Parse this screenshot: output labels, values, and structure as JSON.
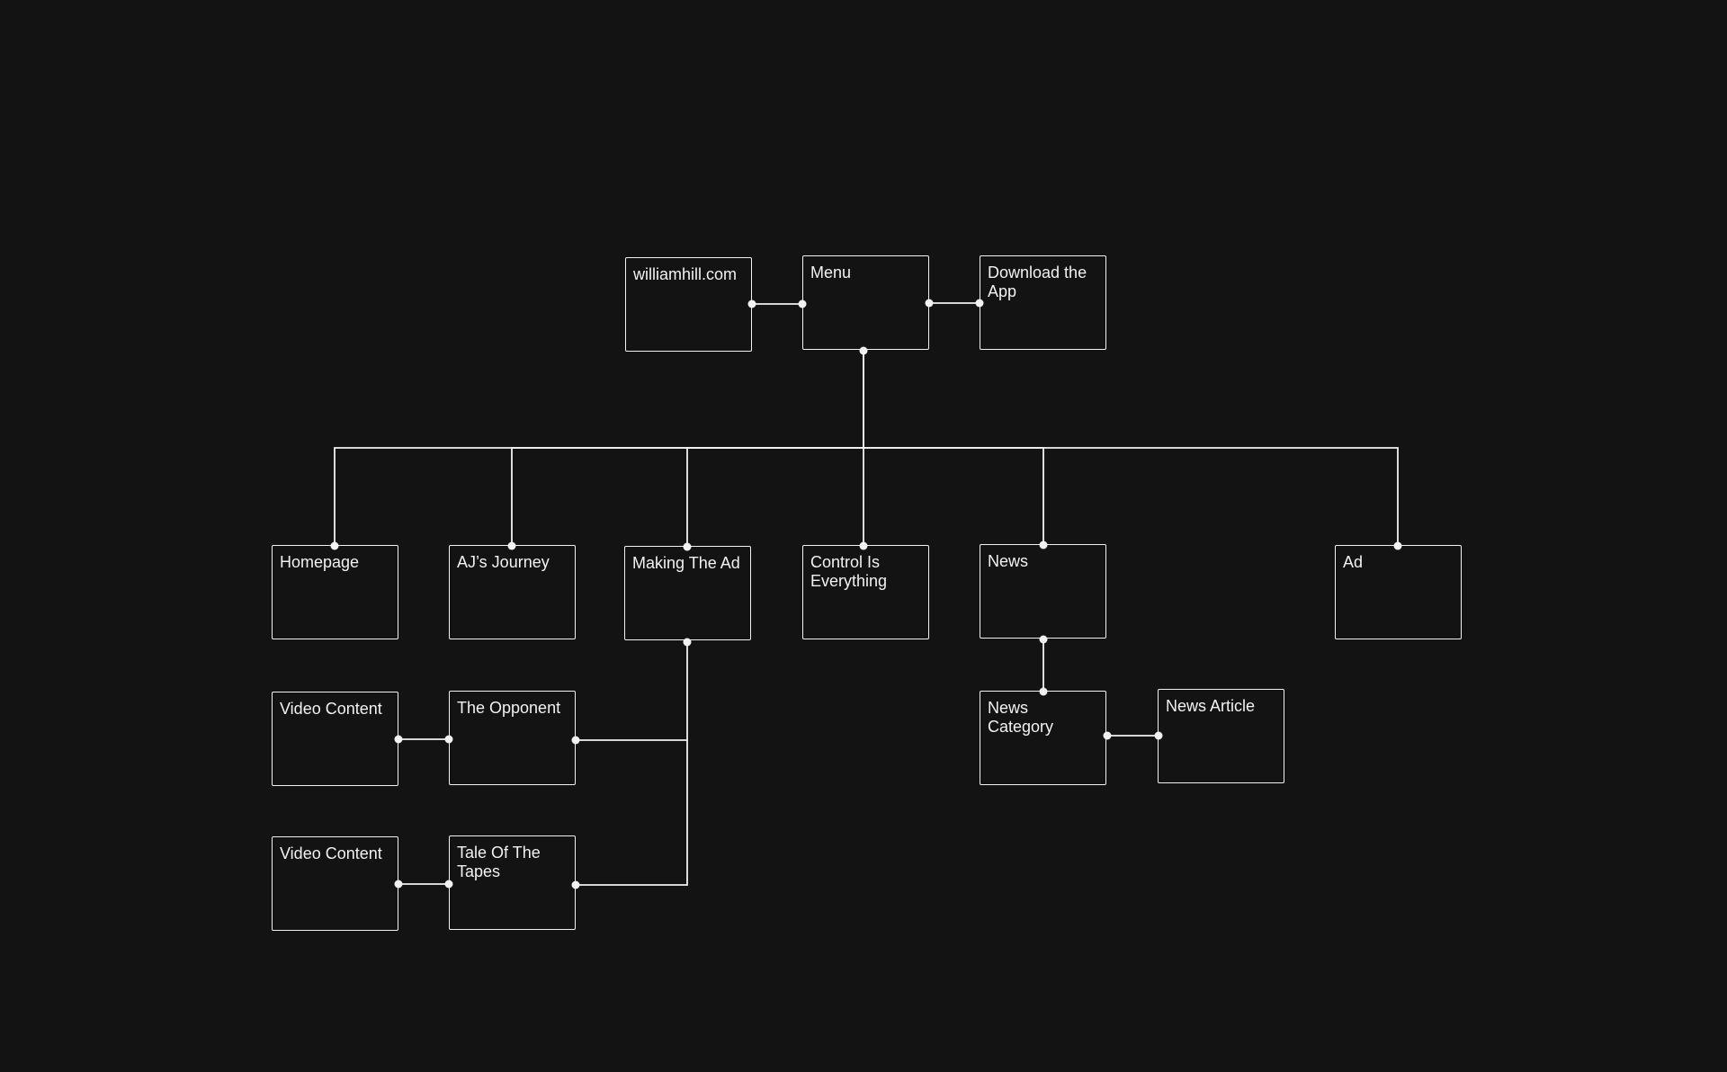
{
  "diagram": {
    "colors": {
      "background": "#131313",
      "stroke": "#f2f2f2"
    },
    "nodes": [
      {
        "id": "williamhill",
        "label": "williamhill.com"
      },
      {
        "id": "menu",
        "label": "Menu"
      },
      {
        "id": "download-app",
        "label": "Download the\nApp"
      },
      {
        "id": "homepage",
        "label": "Homepage"
      },
      {
        "id": "ajs-journey",
        "label": "AJ’s Journey"
      },
      {
        "id": "making-the-ad",
        "label": "Making The Ad"
      },
      {
        "id": "control-is-everything",
        "label": "Control Is\nEverything"
      },
      {
        "id": "news",
        "label": "News"
      },
      {
        "id": "ad",
        "label": "Ad"
      },
      {
        "id": "video-content-1",
        "label": "Video Content"
      },
      {
        "id": "the-opponent",
        "label": "The Opponent"
      },
      {
        "id": "video-content-2",
        "label": "Video Content"
      },
      {
        "id": "tale-of-the-tapes",
        "label": "Tale Of The\nTapes"
      },
      {
        "id": "news-category",
        "label": "News\nCategory"
      },
      {
        "id": "news-article",
        "label": "News Article"
      }
    ],
    "edges": [
      {
        "from": "williamhill",
        "to": "menu"
      },
      {
        "from": "menu",
        "to": "download-app"
      },
      {
        "from": "menu",
        "to": "homepage"
      },
      {
        "from": "menu",
        "to": "ajs-journey"
      },
      {
        "from": "menu",
        "to": "making-the-ad"
      },
      {
        "from": "menu",
        "to": "control-is-everything"
      },
      {
        "from": "menu",
        "to": "news"
      },
      {
        "from": "menu",
        "to": "ad"
      },
      {
        "from": "making-the-ad",
        "to": "the-opponent"
      },
      {
        "from": "making-the-ad",
        "to": "tale-of-the-tapes"
      },
      {
        "from": "video-content-1",
        "to": "the-opponent"
      },
      {
        "from": "video-content-2",
        "to": "tale-of-the-tapes"
      },
      {
        "from": "news",
        "to": "news-category"
      },
      {
        "from": "news-category",
        "to": "news-article"
      }
    ]
  }
}
